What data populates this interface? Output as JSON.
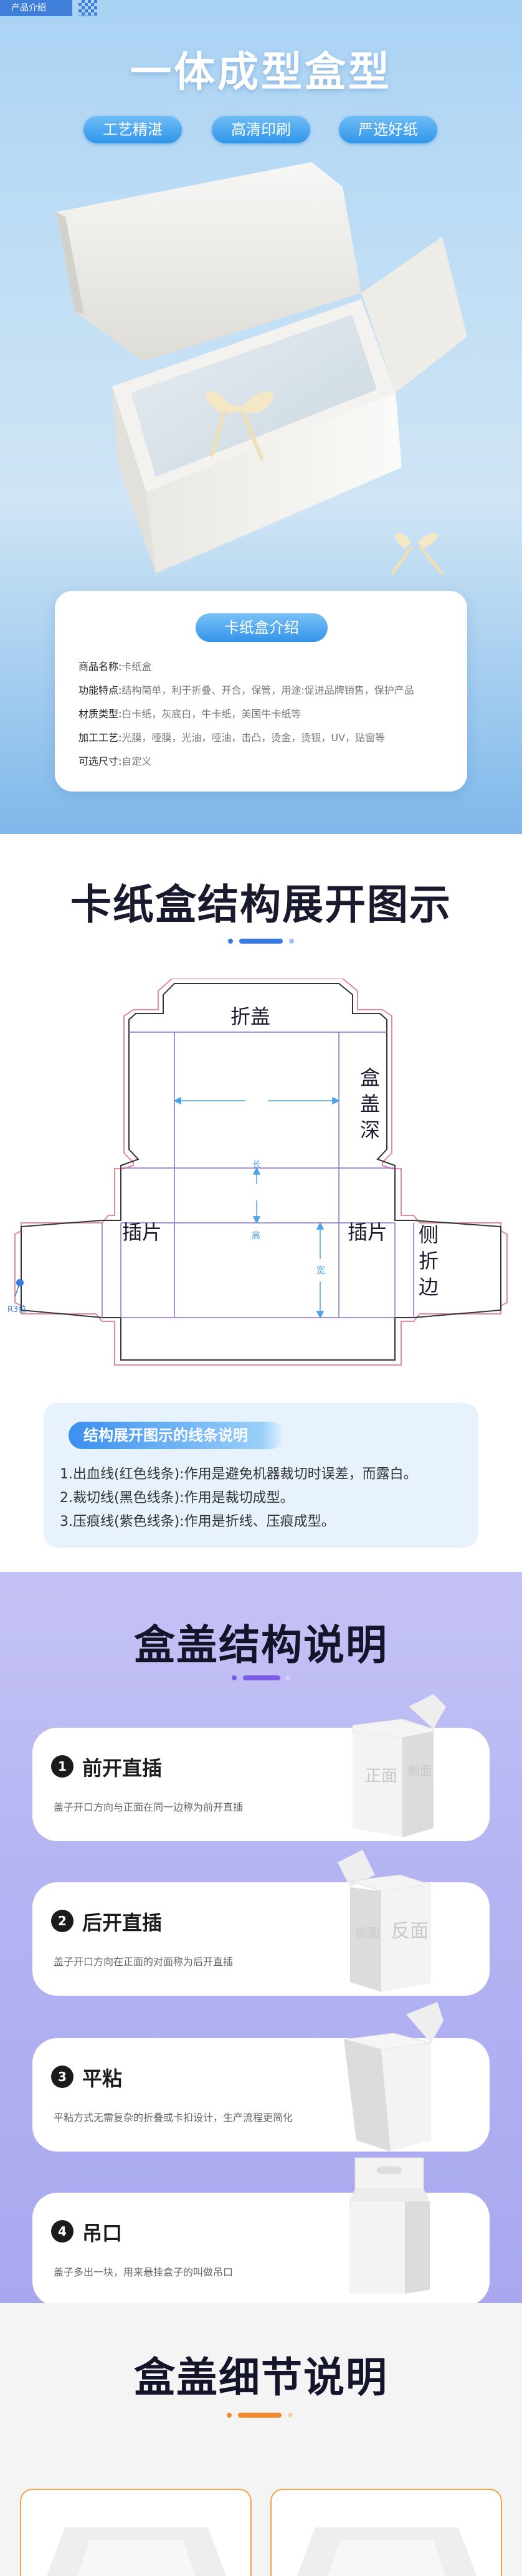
{
  "hero": {
    "tag": "产品介绍",
    "title": "一体成型盒型",
    "pills": [
      "工艺精湛",
      "高清印刷",
      "严选好纸"
    ],
    "card_title": "卡纸盒介绍",
    "rows": [
      {
        "k": "商品名称:",
        "v": "卡纸盒"
      },
      {
        "k": "功能特点:",
        "v": "结构简单，利于折叠、开合，保管，用途:促进品牌销售，保护产品"
      },
      {
        "k": "材质类型:",
        "v": "白卡纸，灰底白，牛卡纸，美国牛卡纸等"
      },
      {
        "k": "加工工艺:",
        "v": "光膜，哑膜，光油，哑油，击凸，烫金，烫银，UV，贴窗等"
      },
      {
        "k": "可选尺寸:",
        "v": "自定义"
      }
    ]
  },
  "diagram": {
    "title": "卡纸盒结构展开图示",
    "labels": {
      "fold_lid": "折盖",
      "lid_depth": [
        "盒",
        "盖",
        "深"
      ],
      "insert_left": "插片",
      "insert_right": "插片",
      "side_fold": [
        "侧",
        "折",
        "边"
      ],
      "length": "长",
      "height": "高",
      "width": "宽",
      "bleed": "R3位"
    },
    "legend_title": "结构展开图示的线条说明",
    "legend_lines": [
      "1.出血线(红色线条):作用是避免机器裁切时误差，而露白。",
      "2.裁切线(黑色线条):作用是裁切成型。",
      "3.压痕线(紫色线条):作用是折线、压痕成型。"
    ]
  },
  "lids": {
    "title": "盒盖结构说明",
    "items": [
      {
        "num": "1",
        "name": "前开直插",
        "desc": "盖子开口方向与正面在同一边称为前开直插",
        "face1": "正面",
        "face2": "侧面"
      },
      {
        "num": "2",
        "name": "后开直插",
        "desc": "盖子开口方向在正面的对面称为后开直插",
        "face1": "侧面",
        "face2": "反面"
      },
      {
        "num": "3",
        "name": "平粘",
        "desc": "平粘方式无需复杂的折叠或卡扣设计，生产流程更简化",
        "face1": "",
        "face2": ""
      },
      {
        "num": "4",
        "name": "吊口",
        "desc": "盖子多出一块，用来悬挂盒子的叫做吊口",
        "face1": "",
        "face2": ""
      }
    ]
  },
  "detail": {
    "title": "盒盖细节说明"
  },
  "colors": {
    "accent_blue": "#3494ea",
    "bleed_line": "#e88a9a",
    "crease_line": "#8a6fd8",
    "cut_line": "#333333",
    "detail_border": "#f5a24a"
  }
}
